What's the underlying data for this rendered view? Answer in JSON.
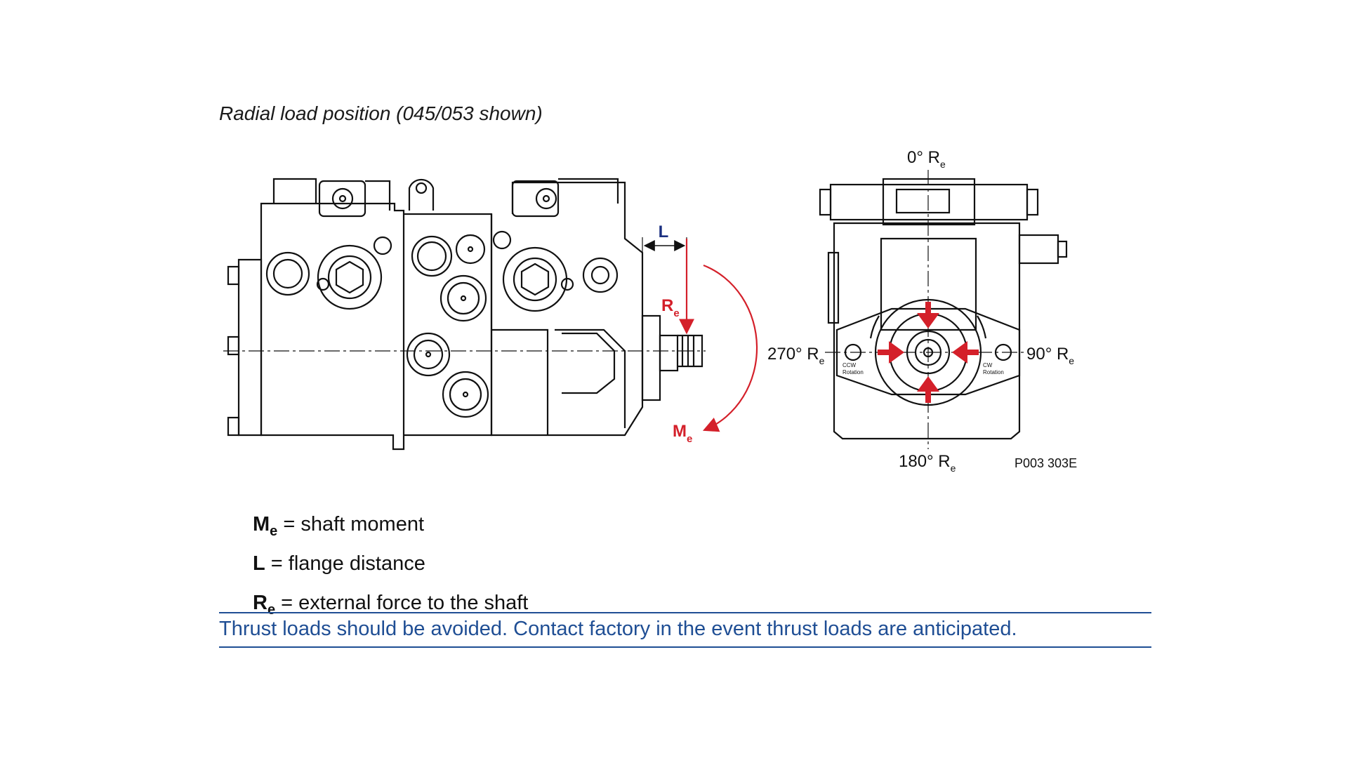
{
  "caption": "Radial load position (045/053 shown)",
  "labels": {
    "L": "L",
    "Re": "R",
    "Re_sub": "e",
    "Me": "M",
    "Me_sub": "e",
    "deg0": "0° R",
    "deg90": "90° R",
    "deg180": "180° R",
    "deg270": "270° R",
    "sub_e": "e",
    "ccw": "CCW",
    "cw": "CW",
    "rotation": "Rotation",
    "part_code": "P003 303E"
  },
  "legend": [
    {
      "sym": "M",
      "sub": "e",
      "text": " = shaft moment"
    },
    {
      "sym": "L",
      "sub": "",
      "text": " = flange distance"
    },
    {
      "sym": "R",
      "sub": "e",
      "text": " = external force to the shaft"
    }
  ],
  "note": "Thrust loads should be avoided. Contact factory in the event thrust loads are anticipated.",
  "colors": {
    "accent_red": "#d4202a",
    "text_blue": "#1f4e94",
    "dim_blue": "#1a2f80"
  }
}
